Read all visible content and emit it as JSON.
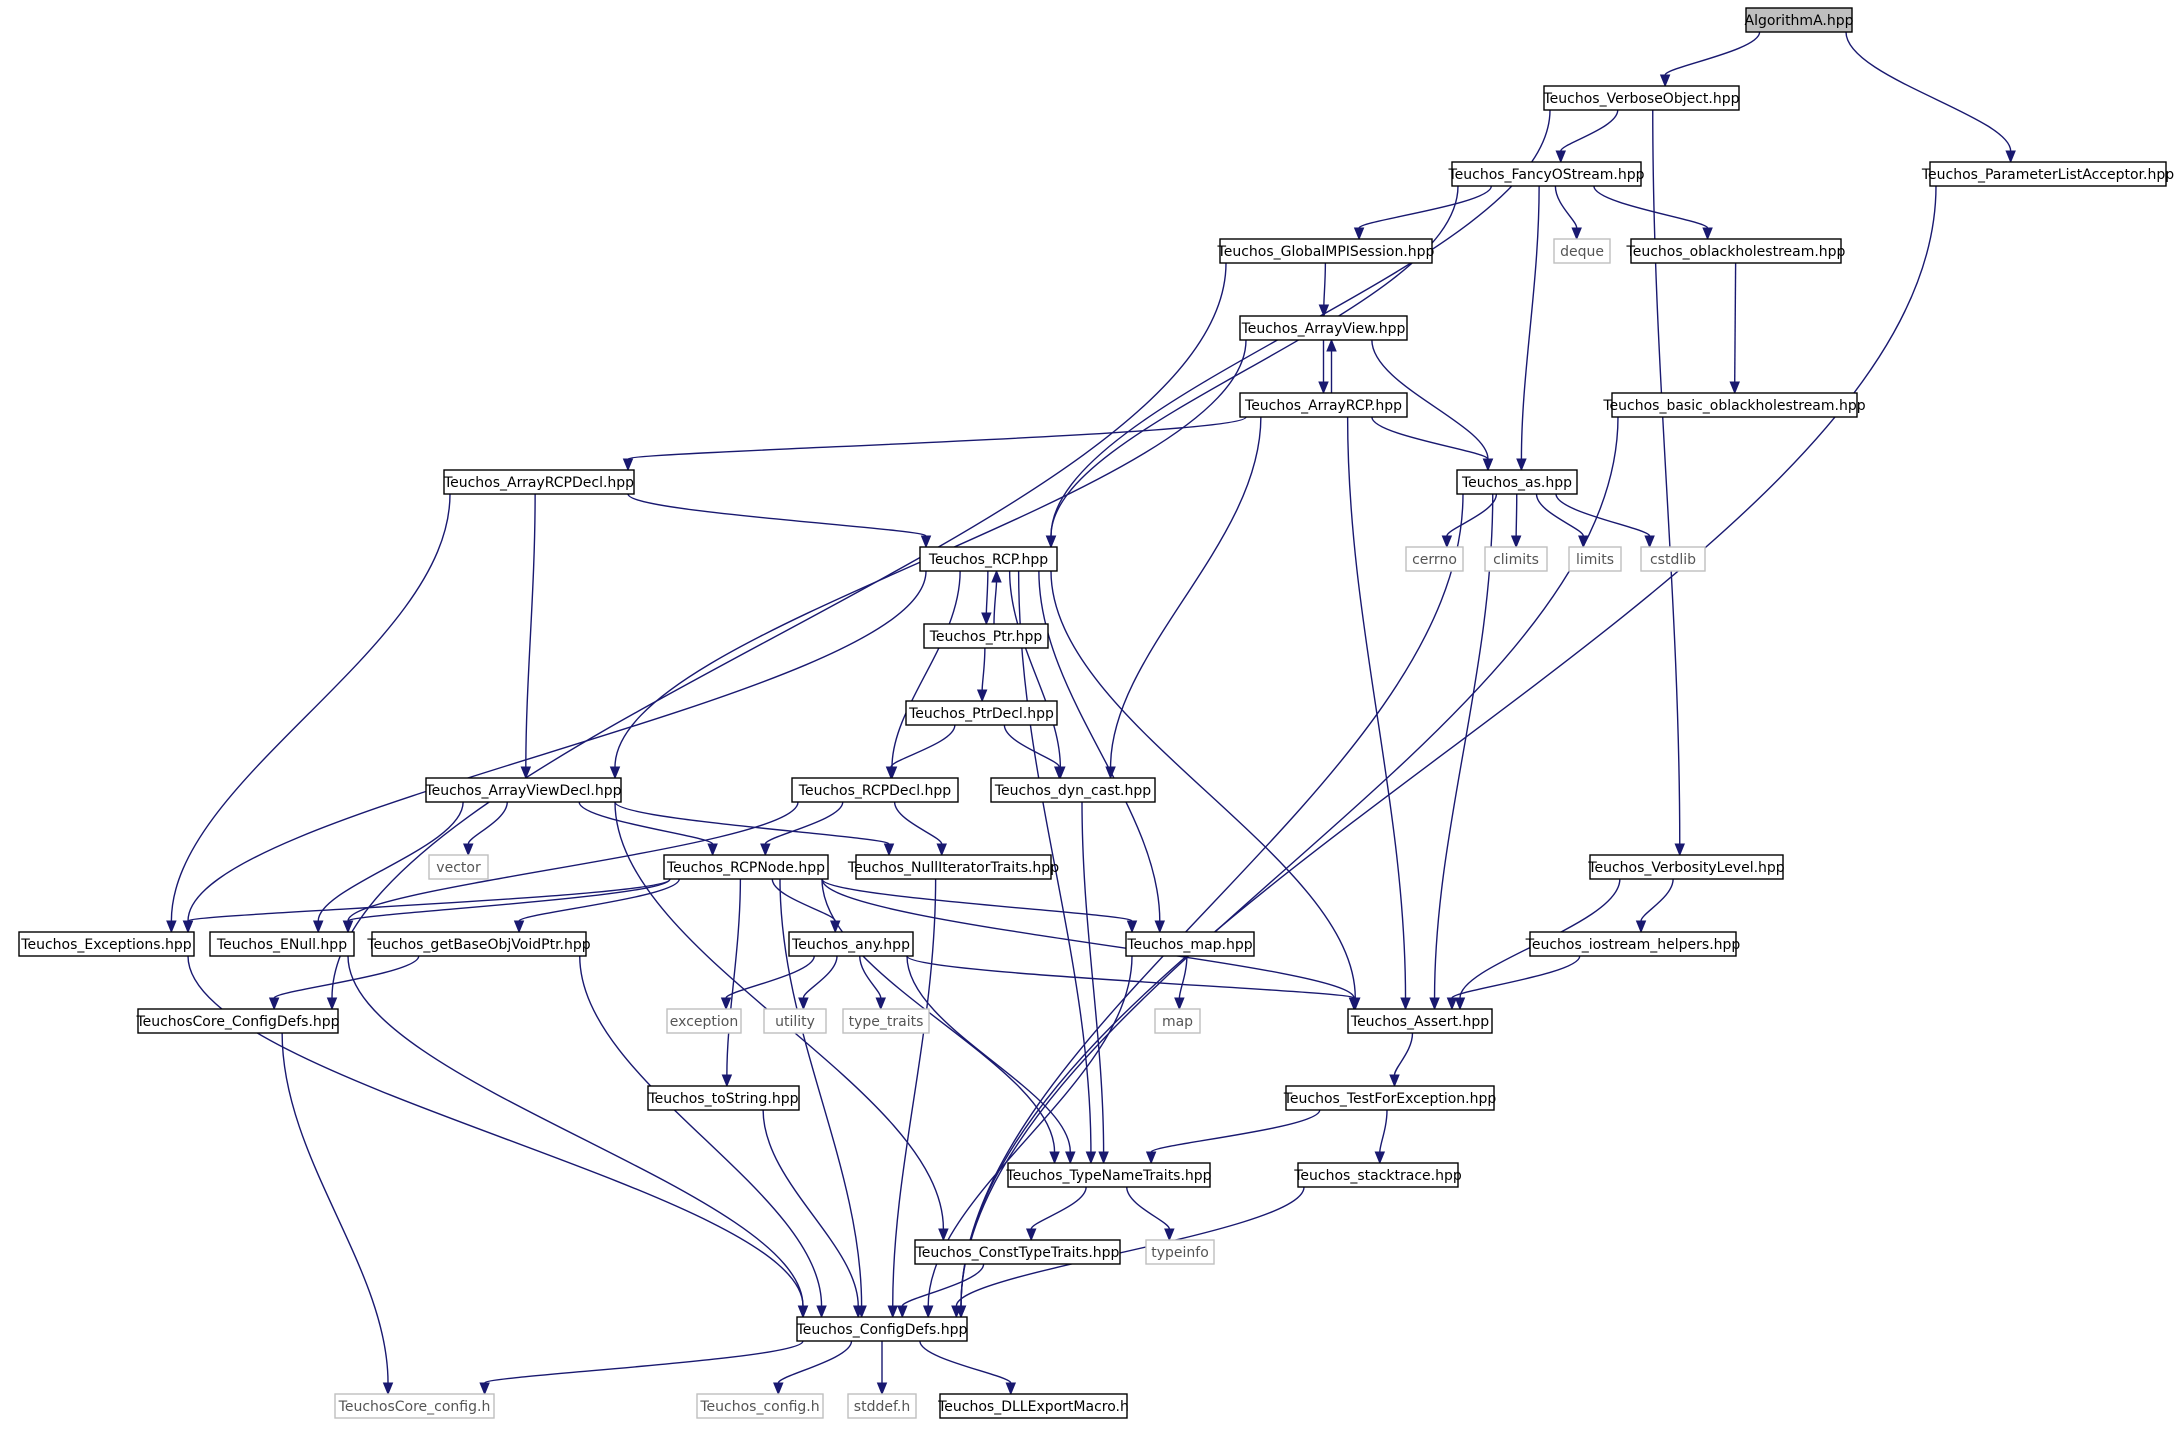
{
  "nodes": [
    {
      "id": "algorithma",
      "label": "AlgorithmA.hpp",
      "kind": "root"
    },
    {
      "id": "verboseobject",
      "label": "Teuchos_VerboseObject.hpp",
      "kind": "local"
    },
    {
      "id": "parameterlistacceptor",
      "label": "Teuchos_ParameterListAcceptor.hpp",
      "kind": "local"
    },
    {
      "id": "fancyostream",
      "label": "Teuchos_FancyOStream.hpp",
      "kind": "local"
    },
    {
      "id": "globalmpisession",
      "label": "Teuchos_GlobalMPISession.hpp",
      "kind": "local"
    },
    {
      "id": "deque",
      "label": "deque",
      "kind": "system"
    },
    {
      "id": "oblackholestream",
      "label": "Teuchos_oblackholestream.hpp",
      "kind": "local"
    },
    {
      "id": "arrayview",
      "label": "Teuchos_ArrayView.hpp",
      "kind": "local"
    },
    {
      "id": "arrayrcp",
      "label": "Teuchos_ArrayRCP.hpp",
      "kind": "local"
    },
    {
      "id": "basic_oblackholestream",
      "label": "Teuchos_basic_oblackholestream.hpp",
      "kind": "local"
    },
    {
      "id": "arrayrcpdecl",
      "label": "Teuchos_ArrayRCPDecl.hpp",
      "kind": "local"
    },
    {
      "id": "as",
      "label": "Teuchos_as.hpp",
      "kind": "local"
    },
    {
      "id": "rcp",
      "label": "Teuchos_RCP.hpp",
      "kind": "local"
    },
    {
      "id": "cerrno",
      "label": "cerrno",
      "kind": "system"
    },
    {
      "id": "climits",
      "label": "climits",
      "kind": "system"
    },
    {
      "id": "limits",
      "label": "limits",
      "kind": "system"
    },
    {
      "id": "cstdlib",
      "label": "cstdlib",
      "kind": "system"
    },
    {
      "id": "ptr",
      "label": "Teuchos_Ptr.hpp",
      "kind": "local"
    },
    {
      "id": "ptrdecl",
      "label": "Teuchos_PtrDecl.hpp",
      "kind": "local"
    },
    {
      "id": "arrayviewdecl",
      "label": "Teuchos_ArrayViewDecl.hpp",
      "kind": "local"
    },
    {
      "id": "rcpdecl",
      "label": "Teuchos_RCPDecl.hpp",
      "kind": "local"
    },
    {
      "id": "dyn_cast",
      "label": "Teuchos_dyn_cast.hpp",
      "kind": "local"
    },
    {
      "id": "vector",
      "label": "vector",
      "kind": "system"
    },
    {
      "id": "rcpnode",
      "label": "Teuchos_RCPNode.hpp",
      "kind": "local"
    },
    {
      "id": "nulliteratortraits",
      "label": "Teuchos_NullIteratorTraits.hpp",
      "kind": "local"
    },
    {
      "id": "verbositylevel",
      "label": "Teuchos_VerbosityLevel.hpp",
      "kind": "local"
    },
    {
      "id": "exceptions",
      "label": "Teuchos_Exceptions.hpp",
      "kind": "local"
    },
    {
      "id": "enull",
      "label": "Teuchos_ENull.hpp",
      "kind": "local"
    },
    {
      "id": "getbaseobjvoidptr",
      "label": "Teuchos_getBaseObjVoidPtr.hpp",
      "kind": "local"
    },
    {
      "id": "any",
      "label": "Teuchos_any.hpp",
      "kind": "local"
    },
    {
      "id": "map_hpp",
      "label": "Teuchos_map.hpp",
      "kind": "local"
    },
    {
      "id": "iostream_helpers",
      "label": "Teuchos_iostream_helpers.hpp",
      "kind": "local"
    },
    {
      "id": "coreconfigdefs",
      "label": "TeuchosCore_ConfigDefs.hpp",
      "kind": "local"
    },
    {
      "id": "exception",
      "label": "exception",
      "kind": "system"
    },
    {
      "id": "utility",
      "label": "utility",
      "kind": "system"
    },
    {
      "id": "type_traits",
      "label": "type_traits",
      "kind": "system"
    },
    {
      "id": "map",
      "label": "map",
      "kind": "system"
    },
    {
      "id": "assert",
      "label": "Teuchos_Assert.hpp",
      "kind": "local"
    },
    {
      "id": "tostring",
      "label": "Teuchos_toString.hpp",
      "kind": "local"
    },
    {
      "id": "testforexception",
      "label": "Teuchos_TestForException.hpp",
      "kind": "local"
    },
    {
      "id": "typenametraits",
      "label": "Teuchos_TypeNameTraits.hpp",
      "kind": "local"
    },
    {
      "id": "stacktrace",
      "label": "Teuchos_stacktrace.hpp",
      "kind": "local"
    },
    {
      "id": "consttypetraits",
      "label": "Teuchos_ConstTypeTraits.hpp",
      "kind": "local"
    },
    {
      "id": "typeinfo",
      "label": "typeinfo",
      "kind": "system"
    },
    {
      "id": "configdefs",
      "label": "Teuchos_ConfigDefs.hpp",
      "kind": "local"
    },
    {
      "id": "coreconfig_h",
      "label": "TeuchosCore_config.h",
      "kind": "system"
    },
    {
      "id": "config_h",
      "label": "Teuchos_config.h",
      "kind": "system"
    },
    {
      "id": "stddef_h",
      "label": "stddef.h",
      "kind": "system"
    },
    {
      "id": "dllexportmacro",
      "label": "Teuchos_DLLExportMacro.h",
      "kind": "local"
    }
  ],
  "edges": [
    [
      "algorithma",
      "verboseobject"
    ],
    [
      "algorithma",
      "parameterlistacceptor"
    ],
    [
      "verboseobject",
      "fancyostream"
    ],
    [
      "verboseobject",
      "rcp"
    ],
    [
      "verboseobject",
      "verbositylevel"
    ],
    [
      "parameterlistacceptor",
      "configdefs"
    ],
    [
      "fancyostream",
      "globalmpisession"
    ],
    [
      "fancyostream",
      "deque"
    ],
    [
      "fancyostream",
      "oblackholestream"
    ],
    [
      "fancyostream",
      "as"
    ],
    [
      "fancyostream",
      "rcp"
    ],
    [
      "globalmpisession",
      "arrayview"
    ],
    [
      "globalmpisession",
      "coreconfigdefs"
    ],
    [
      "oblackholestream",
      "basic_oblackholestream"
    ],
    [
      "basic_oblackholestream",
      "configdefs"
    ],
    [
      "arrayview",
      "arrayrcp"
    ],
    [
      "arrayview",
      "as"
    ],
    [
      "arrayview",
      "arrayviewdecl"
    ],
    [
      "arrayrcp",
      "arrayview"
    ],
    [
      "arrayrcp",
      "arrayrcpdecl"
    ],
    [
      "arrayrcp",
      "as"
    ],
    [
      "arrayrcp",
      "dyn_cast"
    ],
    [
      "arrayrcp",
      "assert"
    ],
    [
      "arrayrcpdecl",
      "rcp"
    ],
    [
      "arrayrcpdecl",
      "arrayviewdecl"
    ],
    [
      "arrayrcpdecl",
      "exceptions"
    ],
    [
      "as",
      "cerrno"
    ],
    [
      "as",
      "climits"
    ],
    [
      "as",
      "limits"
    ],
    [
      "as",
      "cstdlib"
    ],
    [
      "as",
      "assert"
    ],
    [
      "as",
      "configdefs"
    ],
    [
      "rcp",
      "ptr"
    ],
    [
      "rcp",
      "rcpdecl"
    ],
    [
      "rcp",
      "dyn_cast"
    ],
    [
      "rcp",
      "map_hpp"
    ],
    [
      "rcp",
      "typenametraits"
    ],
    [
      "rcp",
      "assert"
    ],
    [
      "rcp",
      "exceptions"
    ],
    [
      "ptr",
      "rcp"
    ],
    [
      "ptr",
      "ptrdecl"
    ],
    [
      "ptrdecl",
      "rcpdecl"
    ],
    [
      "ptrdecl",
      "dyn_cast"
    ],
    [
      "rcpdecl",
      "rcpnode"
    ],
    [
      "rcpdecl",
      "nulliteratortraits"
    ],
    [
      "rcpdecl",
      "enull"
    ],
    [
      "dyn_cast",
      "typenametraits"
    ],
    [
      "arrayviewdecl",
      "vector"
    ],
    [
      "arrayviewdecl",
      "rcpnode"
    ],
    [
      "arrayviewdecl",
      "nulliteratortraits"
    ],
    [
      "arrayviewdecl",
      "enull"
    ],
    [
      "arrayviewdecl",
      "consttypetraits"
    ],
    [
      "rcpnode",
      "exceptions"
    ],
    [
      "rcpnode",
      "enull"
    ],
    [
      "rcpnode",
      "getbaseobjvoidptr"
    ],
    [
      "rcpnode",
      "any"
    ],
    [
      "rcpnode",
      "map_hpp"
    ],
    [
      "rcpnode",
      "assert"
    ],
    [
      "rcpnode",
      "tostring"
    ],
    [
      "rcpnode",
      "typenametraits"
    ],
    [
      "rcpnode",
      "configdefs"
    ],
    [
      "nulliteratortraits",
      "configdefs"
    ],
    [
      "verbositylevel",
      "iostream_helpers"
    ],
    [
      "verbositylevel",
      "assert"
    ],
    [
      "exceptions",
      "configdefs"
    ],
    [
      "enull",
      "configdefs"
    ],
    [
      "getbaseobjvoidptr",
      "coreconfigdefs"
    ],
    [
      "getbaseobjvoidptr",
      "configdefs"
    ],
    [
      "any",
      "exception"
    ],
    [
      "any",
      "utility"
    ],
    [
      "any",
      "type_traits"
    ],
    [
      "any",
      "assert"
    ],
    [
      "any",
      "typenametraits"
    ],
    [
      "map_hpp",
      "map"
    ],
    [
      "map_hpp",
      "configdefs"
    ],
    [
      "iostream_helpers",
      "assert"
    ],
    [
      "coreconfigdefs",
      "coreconfig_h"
    ],
    [
      "assert",
      "testforexception"
    ],
    [
      "tostring",
      "configdefs"
    ],
    [
      "testforexception",
      "typenametraits"
    ],
    [
      "testforexception",
      "stacktrace"
    ],
    [
      "stacktrace",
      "configdefs"
    ],
    [
      "typenametraits",
      "consttypetraits"
    ],
    [
      "typenametraits",
      "typeinfo"
    ],
    [
      "consttypetraits",
      "configdefs"
    ],
    [
      "configdefs",
      "coreconfig_h"
    ],
    [
      "configdefs",
      "config_h"
    ],
    [
      "configdefs",
      "stddef_h"
    ],
    [
      "configdefs",
      "dllexportmacro"
    ]
  ]
}
